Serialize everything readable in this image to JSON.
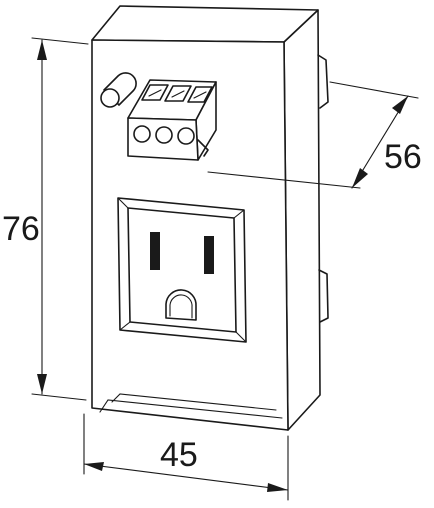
{
  "dimensions": {
    "height": "76",
    "depth": "56",
    "width": "45"
  },
  "colors": {
    "line": "#1a1a1a",
    "background": "#ffffff"
  }
}
